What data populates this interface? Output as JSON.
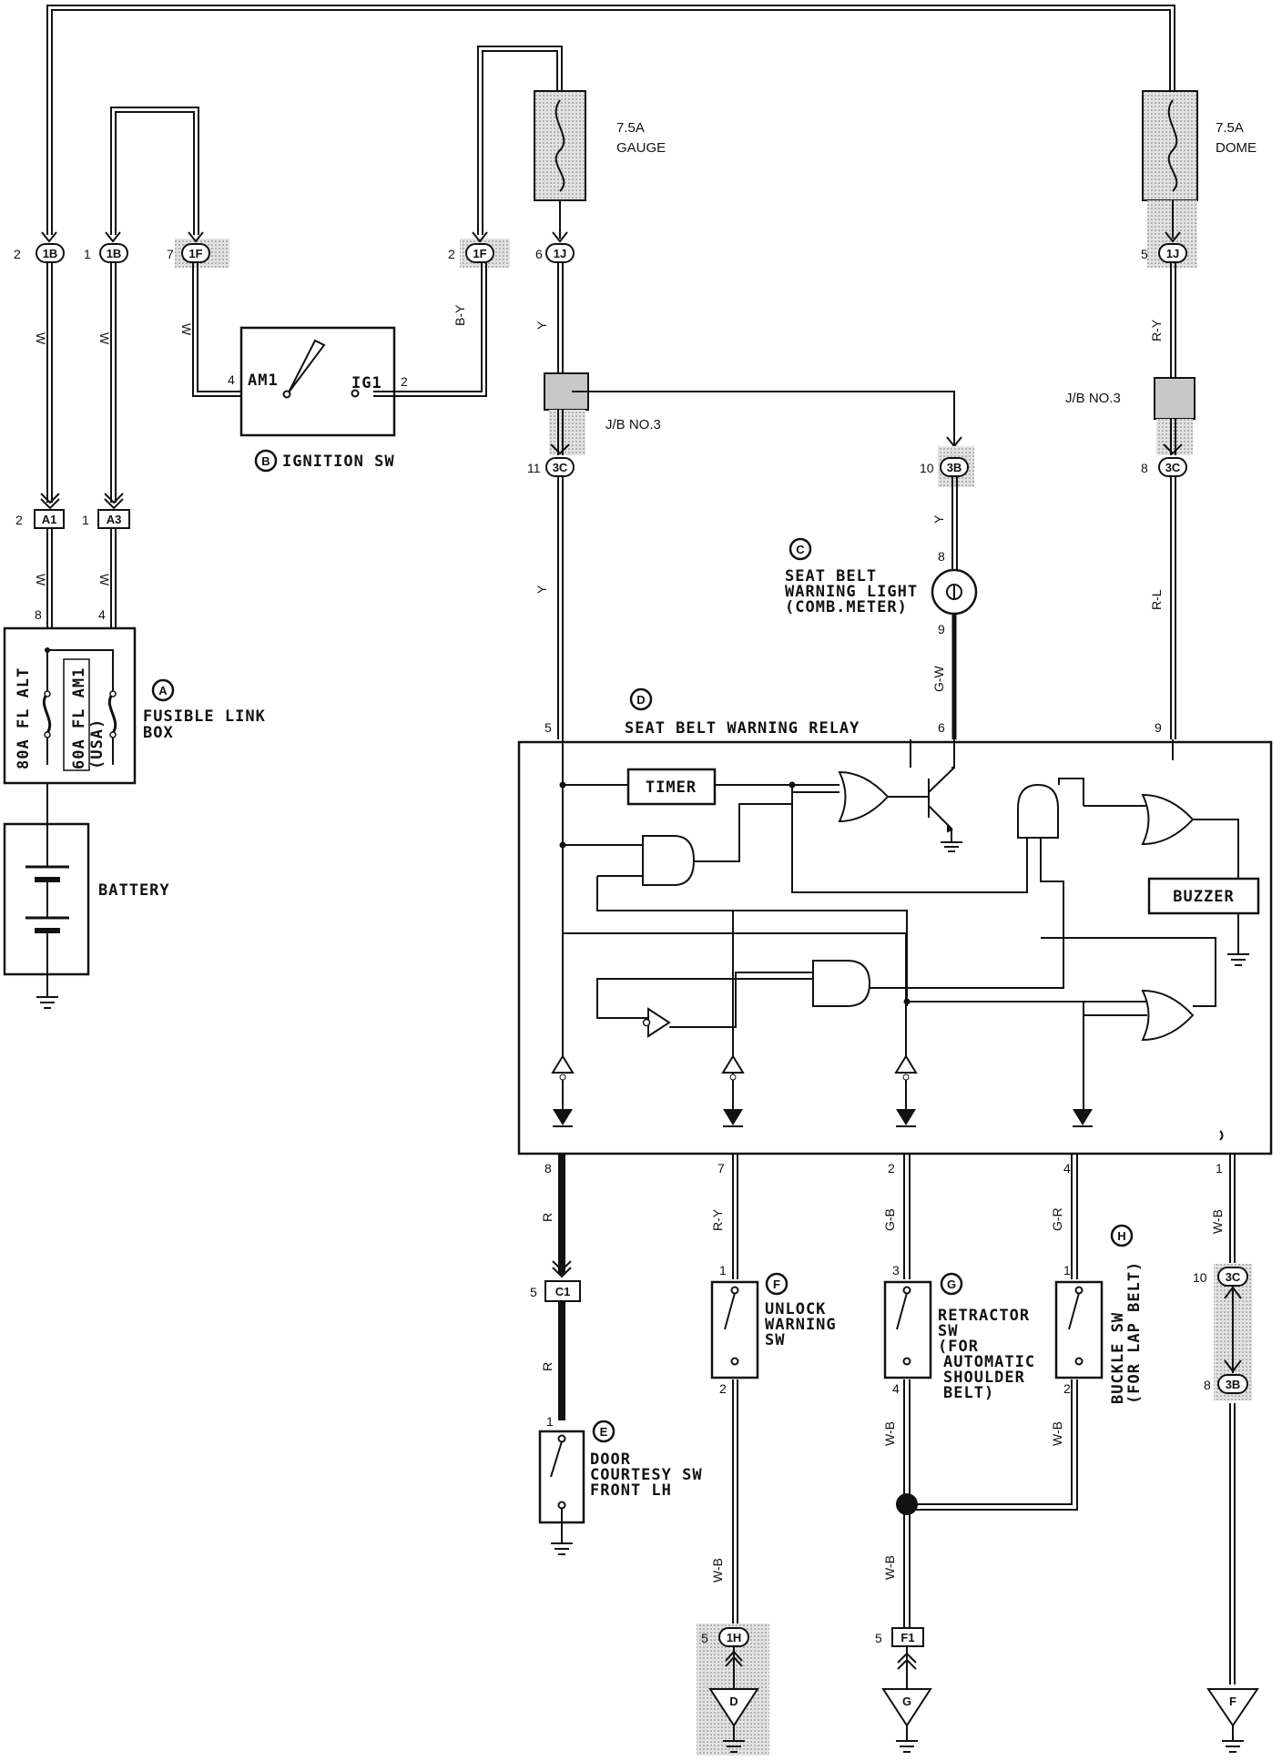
{
  "fuses": {
    "gauge": {
      "amp": "7.5A",
      "name": "GAUGE"
    },
    "dome": {
      "amp": "7.5A",
      "name": "DOME"
    }
  },
  "connectors": {
    "c_1b_2": {
      "pin": "2",
      "id": "1B"
    },
    "c_1b_1": {
      "pin": "1",
      "id": "1B"
    },
    "c_1f_7": {
      "pin": "7",
      "id": "1F"
    },
    "c_1f_2": {
      "pin": "2",
      "id": "1F"
    },
    "c_1j_6": {
      "pin": "6",
      "id": "1J"
    },
    "c_1j_5": {
      "pin": "5",
      "id": "1J"
    },
    "c_3c_11": {
      "pin": "11",
      "id": "3C"
    },
    "c_3b_10": {
      "pin": "10",
      "id": "3B"
    },
    "c_3c_8": {
      "pin": "8",
      "id": "3C"
    },
    "c_a1": {
      "pin": "2",
      "id": "A1"
    },
    "c_a3": {
      "pin": "1",
      "id": "A3"
    },
    "c_c1": {
      "pin": "5",
      "id": "C1"
    },
    "c_3c_10": {
      "pin": "10",
      "id": "3C"
    },
    "c_3b_8": {
      "pin": "8",
      "id": "3B"
    },
    "c_1h_5": {
      "pin": "5",
      "id": "1H"
    },
    "c_f1_5": {
      "pin": "5",
      "id": "F1"
    }
  },
  "wire_colors": {
    "w1": "W",
    "w2": "W",
    "w3": "W",
    "w4": "W",
    "w5": "W",
    "by": "B-Y",
    "y1": "Y",
    "y2": "Y",
    "y3": "Y",
    "gw": "G-W",
    "ry1": "R-Y",
    "rl": "R-L",
    "r1": "R",
    "r2": "R",
    "ry2": "R-Y",
    "gb": "G-B",
    "gr": "G-R",
    "wb1": "W-B",
    "wb2": "W-B",
    "wb3": "W-B",
    "wb4": "W-B",
    "wb5": "W-B"
  },
  "junction_blocks": {
    "jb_left": "J/B NO.3",
    "jb_right": "J/B NO.3"
  },
  "ignition": {
    "badge": "B",
    "label": "IGNITION SW",
    "am1": "AM1",
    "ig1": "IG1",
    "pin_am1": "4",
    "pin_ig1": "2"
  },
  "fusible_link": {
    "badge": "A",
    "label_line1": "FUSIBLE LINK",
    "label_line2": "BOX",
    "link1": "80A FL ALT",
    "link2": "60A FL AM1",
    "link2_note": "(USA)",
    "pin_8": "8",
    "pin_4": "4"
  },
  "battery": {
    "label": "BATTERY"
  },
  "warning_light": {
    "badge": "C",
    "line1": "SEAT BELT",
    "line2": "WARNING LIGHT",
    "line3": "(COMB.METER)",
    "pin_top": "8",
    "pin_bottom": "9"
  },
  "relay": {
    "badge": "D",
    "label": "SEAT BELT WARNING RELAY",
    "timer": "TIMER",
    "buzzer": "BUZZER",
    "pins_top": {
      "p5": "5",
      "p6": "6",
      "p9": "9"
    },
    "pins_bottom": {
      "p8": "8",
      "p7": "7",
      "p2": "2",
      "p4": "4",
      "p1": "1"
    }
  },
  "door_sw": {
    "badge": "E",
    "line1": "DOOR",
    "line2": "COURTESY SW",
    "line3": "FRONT LH",
    "pin": "1"
  },
  "unlock_sw": {
    "badge": "F",
    "line1": "UNLOCK",
    "line2": "WARNING",
    "line3": "SW",
    "pin_top": "1",
    "pin_bottom": "2"
  },
  "retractor_sw": {
    "badge": "G",
    "line1": "RETRACTOR",
    "line2": "SW",
    "line3": "(FOR",
    "line4": "AUTOMATIC",
    "line5": "SHOULDER",
    "line6": "BELT)",
    "pin_top": "3",
    "pin_bottom": "4"
  },
  "buckle_sw": {
    "badge": "H",
    "line1": "BUCKLE SW",
    "line2": "(FOR LAP BELT)",
    "pin_top": "1",
    "pin_bottom": "2"
  },
  "grounds": {
    "g_d": "D",
    "g_g": "G",
    "g_f": "F"
  }
}
